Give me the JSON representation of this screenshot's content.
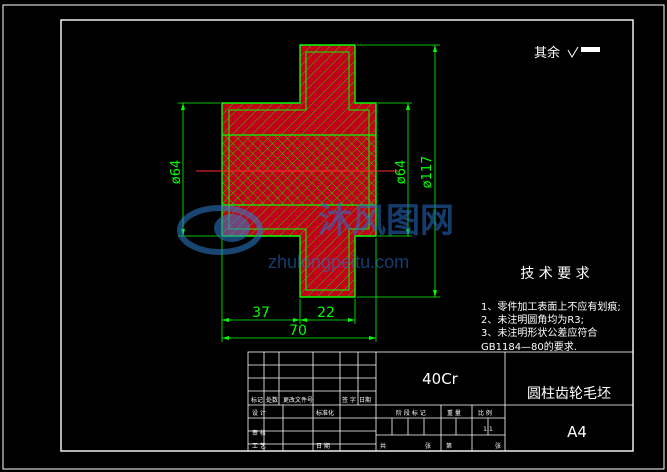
{
  "roughness": {
    "label": "其余"
  },
  "dimensions": {
    "left_dia": "ø64",
    "right_dia": "ø64",
    "outer_dia": "ø117",
    "width_37": "37",
    "width_22": "22",
    "width_70": "70"
  },
  "tech_requirements": {
    "title": "技 术 要 求",
    "lines": [
      "1、零件加工表面上不应有划痕;",
      "2、未注明圆角均为R3;",
      "3、未注明形状公差应符合",
      "GB1184—80的要求."
    ]
  },
  "title_block": {
    "material": "40Cr",
    "part_name": "圆柱齿轮毛坯",
    "sheet_size": "A4",
    "scale": "1:1",
    "row_labels": {
      "mark": "标记",
      "count": "处数",
      "change_doc": "更改文件号",
      "signature": "签 字",
      "date_short": "日期",
      "design": "设 计",
      "standardize": "标准化",
      "review": "审 核",
      "process": "工 艺",
      "date": "日 期",
      "stage_mark": "阶 段 标 记",
      "weight": "重 量",
      "scale_label": "比 例",
      "total": "共",
      "sheet": "张",
      "page": "第"
    }
  },
  "watermark": {
    "text": "沐风图网",
    "url": "zhulongpeitu.com"
  }
}
